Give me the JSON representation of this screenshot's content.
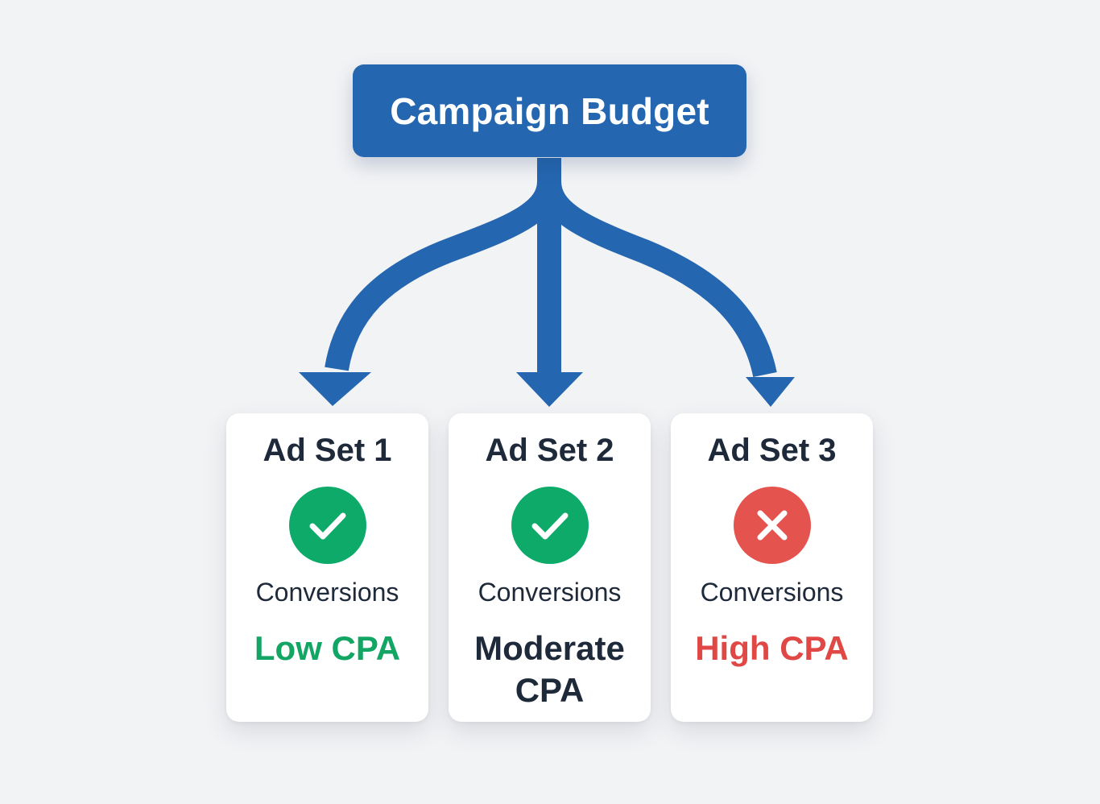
{
  "diagram": {
    "root": {
      "label": "Campaign Budget"
    },
    "ad_sets": [
      {
        "title": "Ad Set 1",
        "status_icon": "check-icon",
        "status_color": "#0daa6a",
        "metric": "Conversions",
        "cpa": "Low CPA",
        "cpa_color": "#12a564"
      },
      {
        "title": "Ad Set 2",
        "status_icon": "check-icon",
        "status_color": "#0daa6a",
        "metric": "Conversions",
        "cpa": "Moderate CPA",
        "cpa_color": "#1e2a3a"
      },
      {
        "title": "Ad Set 3",
        "status_icon": "x-icon",
        "status_color": "#e5534f",
        "metric": "Conversions",
        "cpa": "High CPA",
        "cpa_color": "#e04846"
      }
    ],
    "colors": {
      "arrow": "#2466b0",
      "background": "#f2f3f5"
    }
  }
}
